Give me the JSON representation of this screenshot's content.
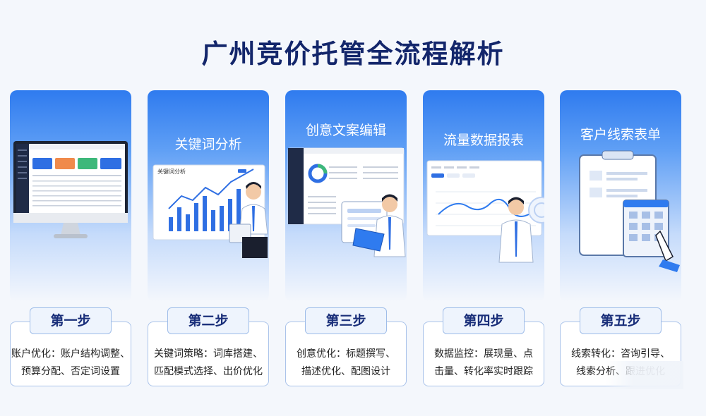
{
  "title": "广州竞价托管全流程解析",
  "steps": [
    {
      "card_label": "",
      "step": "第一步",
      "desc_line1": "账户优化：账户结构调整、",
      "desc_line2": "预算分配、否定词设置"
    },
    {
      "card_label": "关键词分析",
      "step": "第二步",
      "desc_line1": "关键词策略：词库搭建、",
      "desc_line2": "匹配模式选择、出价优化"
    },
    {
      "card_label": "创意文案编辑",
      "step": "第三步",
      "desc_line1": "创意优化：标题撰写、",
      "desc_line2": "描述优化、配图设计"
    },
    {
      "card_label": "流量数据报表",
      "step": "第四步",
      "desc_line1": "数据监控：展现量、点",
      "desc_line2": "击量、转化率实时跟踪"
    },
    {
      "card_label": "客户线索表单",
      "step": "第五步",
      "desc_line1": "线索转化：咨询引导、",
      "desc_line2": "线索分析、跟进优化"
    }
  ],
  "art": {
    "chart_title": "关键词分析"
  },
  "colors": {
    "title": "#13266b",
    "accent": "#2f7bef",
    "bar": "#2f6fe3",
    "orange": "#f08a4b",
    "green": "#3db87a"
  }
}
